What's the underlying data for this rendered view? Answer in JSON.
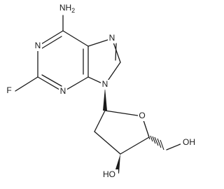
{
  "molecule": {
    "atoms": {
      "nh2": "NH2",
      "n1": "N",
      "n3": "N",
      "n7": "N",
      "n9": "N",
      "f": "F",
      "o_ring": "O",
      "oh_3": "HO",
      "oh_5": "OH"
    },
    "colors": {
      "bond": "#1a1a1a",
      "background": "#ffffff"
    }
  }
}
